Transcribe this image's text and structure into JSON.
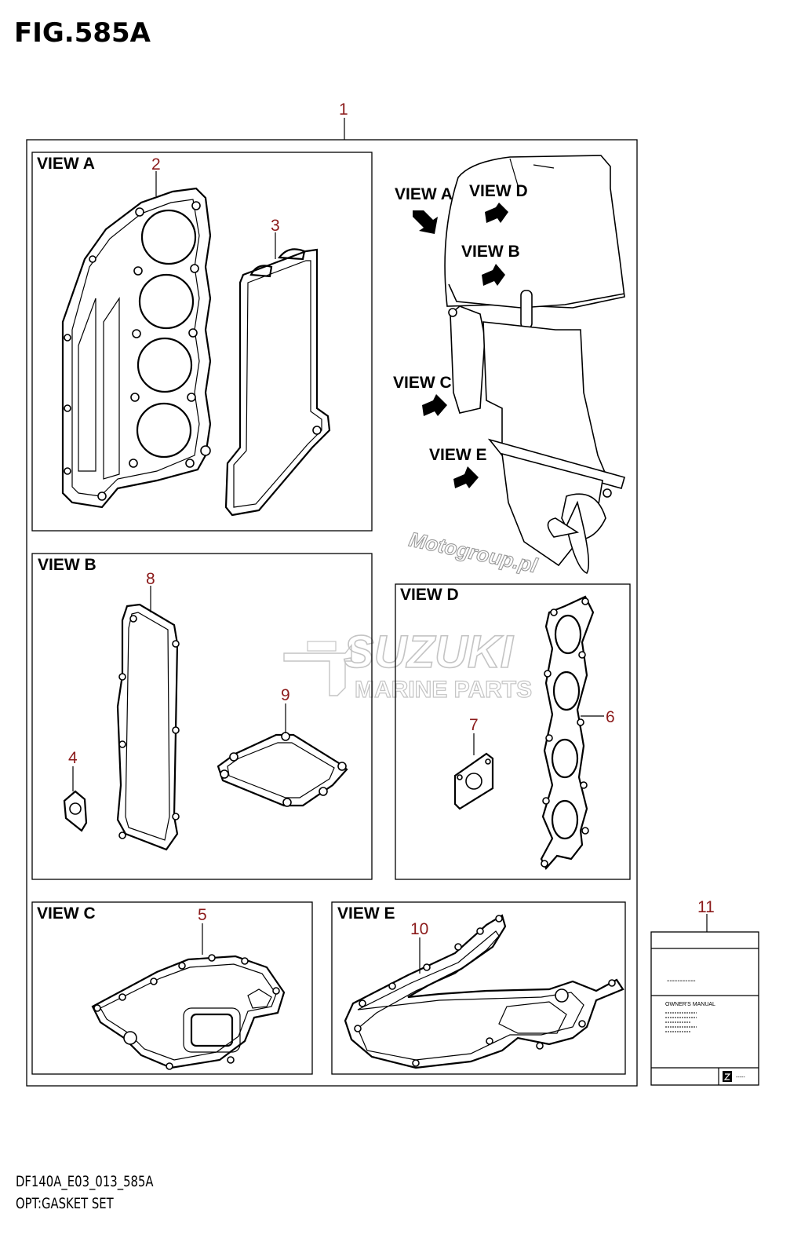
{
  "figure": {
    "title": "FIG.585A",
    "code": "DF140A_E03_013_585A",
    "name": "OPT:GASKET SET"
  },
  "views": {
    "a": "VIEW A",
    "b": "VIEW B",
    "c": "VIEW C",
    "d": "VIEW D",
    "e": "VIEW E"
  },
  "engine_arrows": {
    "a": "VIEW A",
    "b": "VIEW B",
    "c": "VIEW C",
    "d": "VIEW D",
    "e": "VIEW E"
  },
  "callouts": [
    "1",
    "2",
    "3",
    "4",
    "5",
    "6",
    "7",
    "8",
    "9",
    "10",
    "11"
  ],
  "manual": {
    "title_line": "-----------",
    "caption": "OWNER'S MANUAL",
    "corner_text": "-----"
  },
  "watermark": {
    "brand": "SUZUKI",
    "sub": "MARINE PARTS",
    "site": "Motogroup.pl"
  },
  "icons": {
    "view_arrow": "view-direction-arrow-icon",
    "logo": "suzuki-logo-icon"
  }
}
